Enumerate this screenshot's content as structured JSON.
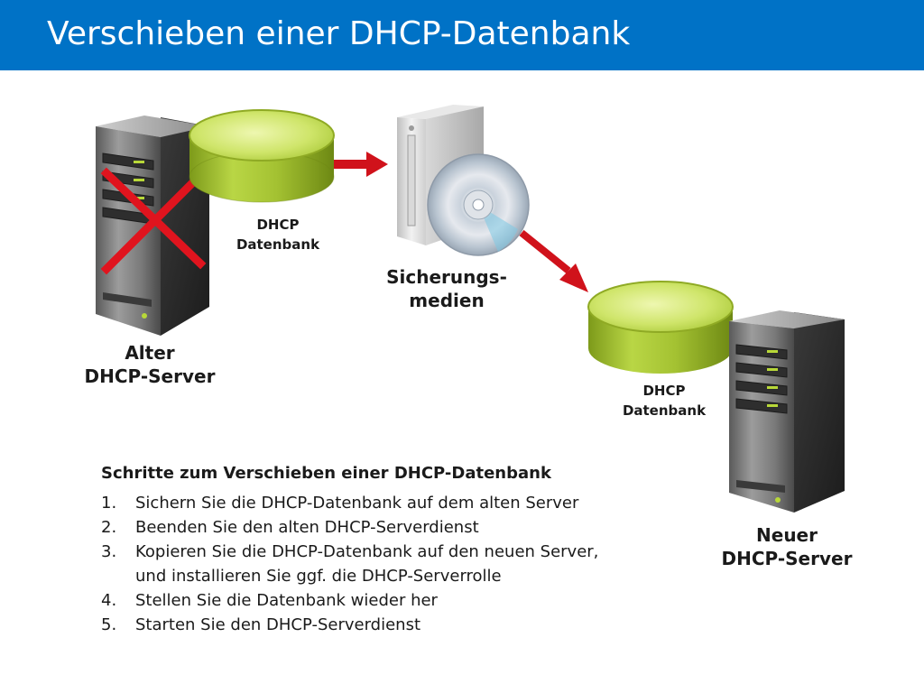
{
  "title": "Verschieben einer DHCP-Datenbank",
  "colors": {
    "title_bar": "#0072c6",
    "arrow": "#d0121b",
    "cross": "#e0141e",
    "database": "#b6d43a"
  },
  "nodes": {
    "old_server": {
      "label_line1": "Alter",
      "label_line2": "DHCP-Server",
      "status": "crossed-out"
    },
    "old_database": {
      "label_line1": "DHCP",
      "label_line2": "Datenbank"
    },
    "backup_media": {
      "label_line1": "Sicherungs-",
      "label_line2": "medien"
    },
    "new_database": {
      "label_line1": "DHCP",
      "label_line2": "Datenbank"
    },
    "new_server": {
      "label_line1": "Neuer",
      "label_line2": "DHCP-Server"
    }
  },
  "icons": [
    "server-tower-icon",
    "database-cylinder-icon",
    "backup-drive-icon",
    "disc-icon",
    "cross-icon",
    "arrow-icon"
  ],
  "steps": {
    "heading": "Schritte zum Verschieben einer DHCP-Datenbank",
    "items": [
      {
        "num": "1.",
        "text": "Sichern Sie die DHCP-Datenbank auf dem alten Server"
      },
      {
        "num": "2.",
        "text": "Beenden Sie den alten DHCP-Serverdienst"
      },
      {
        "num": "3.",
        "text": "Kopieren Sie die DHCP-Datenbank auf den neuen Server, und installieren Sie ggf. die DHCP-Serverrolle"
      },
      {
        "num": "4.",
        "text": "Stellen Sie die Datenbank wieder her"
      },
      {
        "num": "5.",
        "text": "Starten Sie den DHCP-Serverdienst"
      }
    ]
  }
}
